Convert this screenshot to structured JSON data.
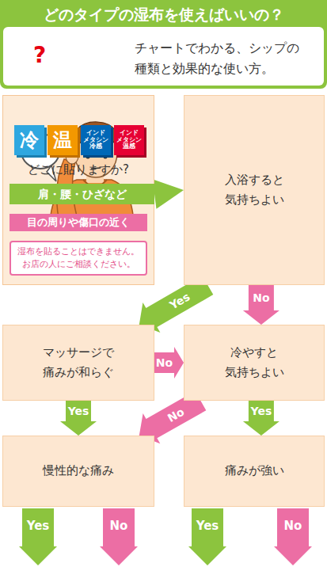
{
  "diagram": {
    "title": "どのタイプの湿布を使えばいいの？",
    "nodes": [
      {
        "text": [
          "どこに貼りますか?"
        ]
      },
      {
        "text": [
          "冷"
        ],
        "in": 0
      },
      {
        "text": [
          "温"
        ],
        "in": 0
      },
      {
        "text": [
          "インド メタシン 冷感"
        ],
        "in": 0
      },
      {
        "text": [
          "インド メタシン 温感"
        ],
        "in": 0
      },
      {
        "text": [
          "肩・腰・ひざなど"
        ],
        "in": 0
      },
      {
        "text": [
          "目の周りや傷口の近く"
        ],
        "in": 0
      },
      {
        "text": [
          "湿布を貼ることはできません。 お店の人にご相談ください。"
        ],
        "in": 0
      },
      {
        "text": [
          "入浴すると 気持ちよい"
        ]
      },
      {
        "text": [
          "マッサージで 痛みが和らぐ"
        ]
      },
      {
        "text": [
          "冷やすと 気持ちよい"
        ]
      },
      {
        "text": [
          "慢性的な痛み"
        ]
      },
      {
        "text": [
          "痛みが強い"
        ]
      }
    ],
    "edges": [
      {
        "from": 5,
        "to": 8,
        "arrow": "to"
      },
      {
        "from": 6,
        "to": 7,
        "arrow": "to"
      },
      {
        "from": 8,
        "to": 9,
        "label": "Yes",
        "arrow": "to"
      },
      {
        "from": 8,
        "to": 10,
        "label": "No",
        "arrow": "to"
      },
      {
        "from": 9,
        "to": 10,
        "label": "No",
        "arrow": "to"
      },
      {
        "from": 9,
        "to": 11,
        "label": "Yes",
        "arrow": "to"
      },
      {
        "from": 10,
        "to": 11,
        "label": "No",
        "arrow": "to"
      },
      {
        "from": 10,
        "to": 12,
        "label": "Yes",
        "arrow": "to"
      }
    ],
    "labels": [
      "?",
      "チャートでわかる、シップの 種類と効果的な使い方。",
      "Yes",
      "No",
      "Yes",
      "No"
    ]
  }
}
